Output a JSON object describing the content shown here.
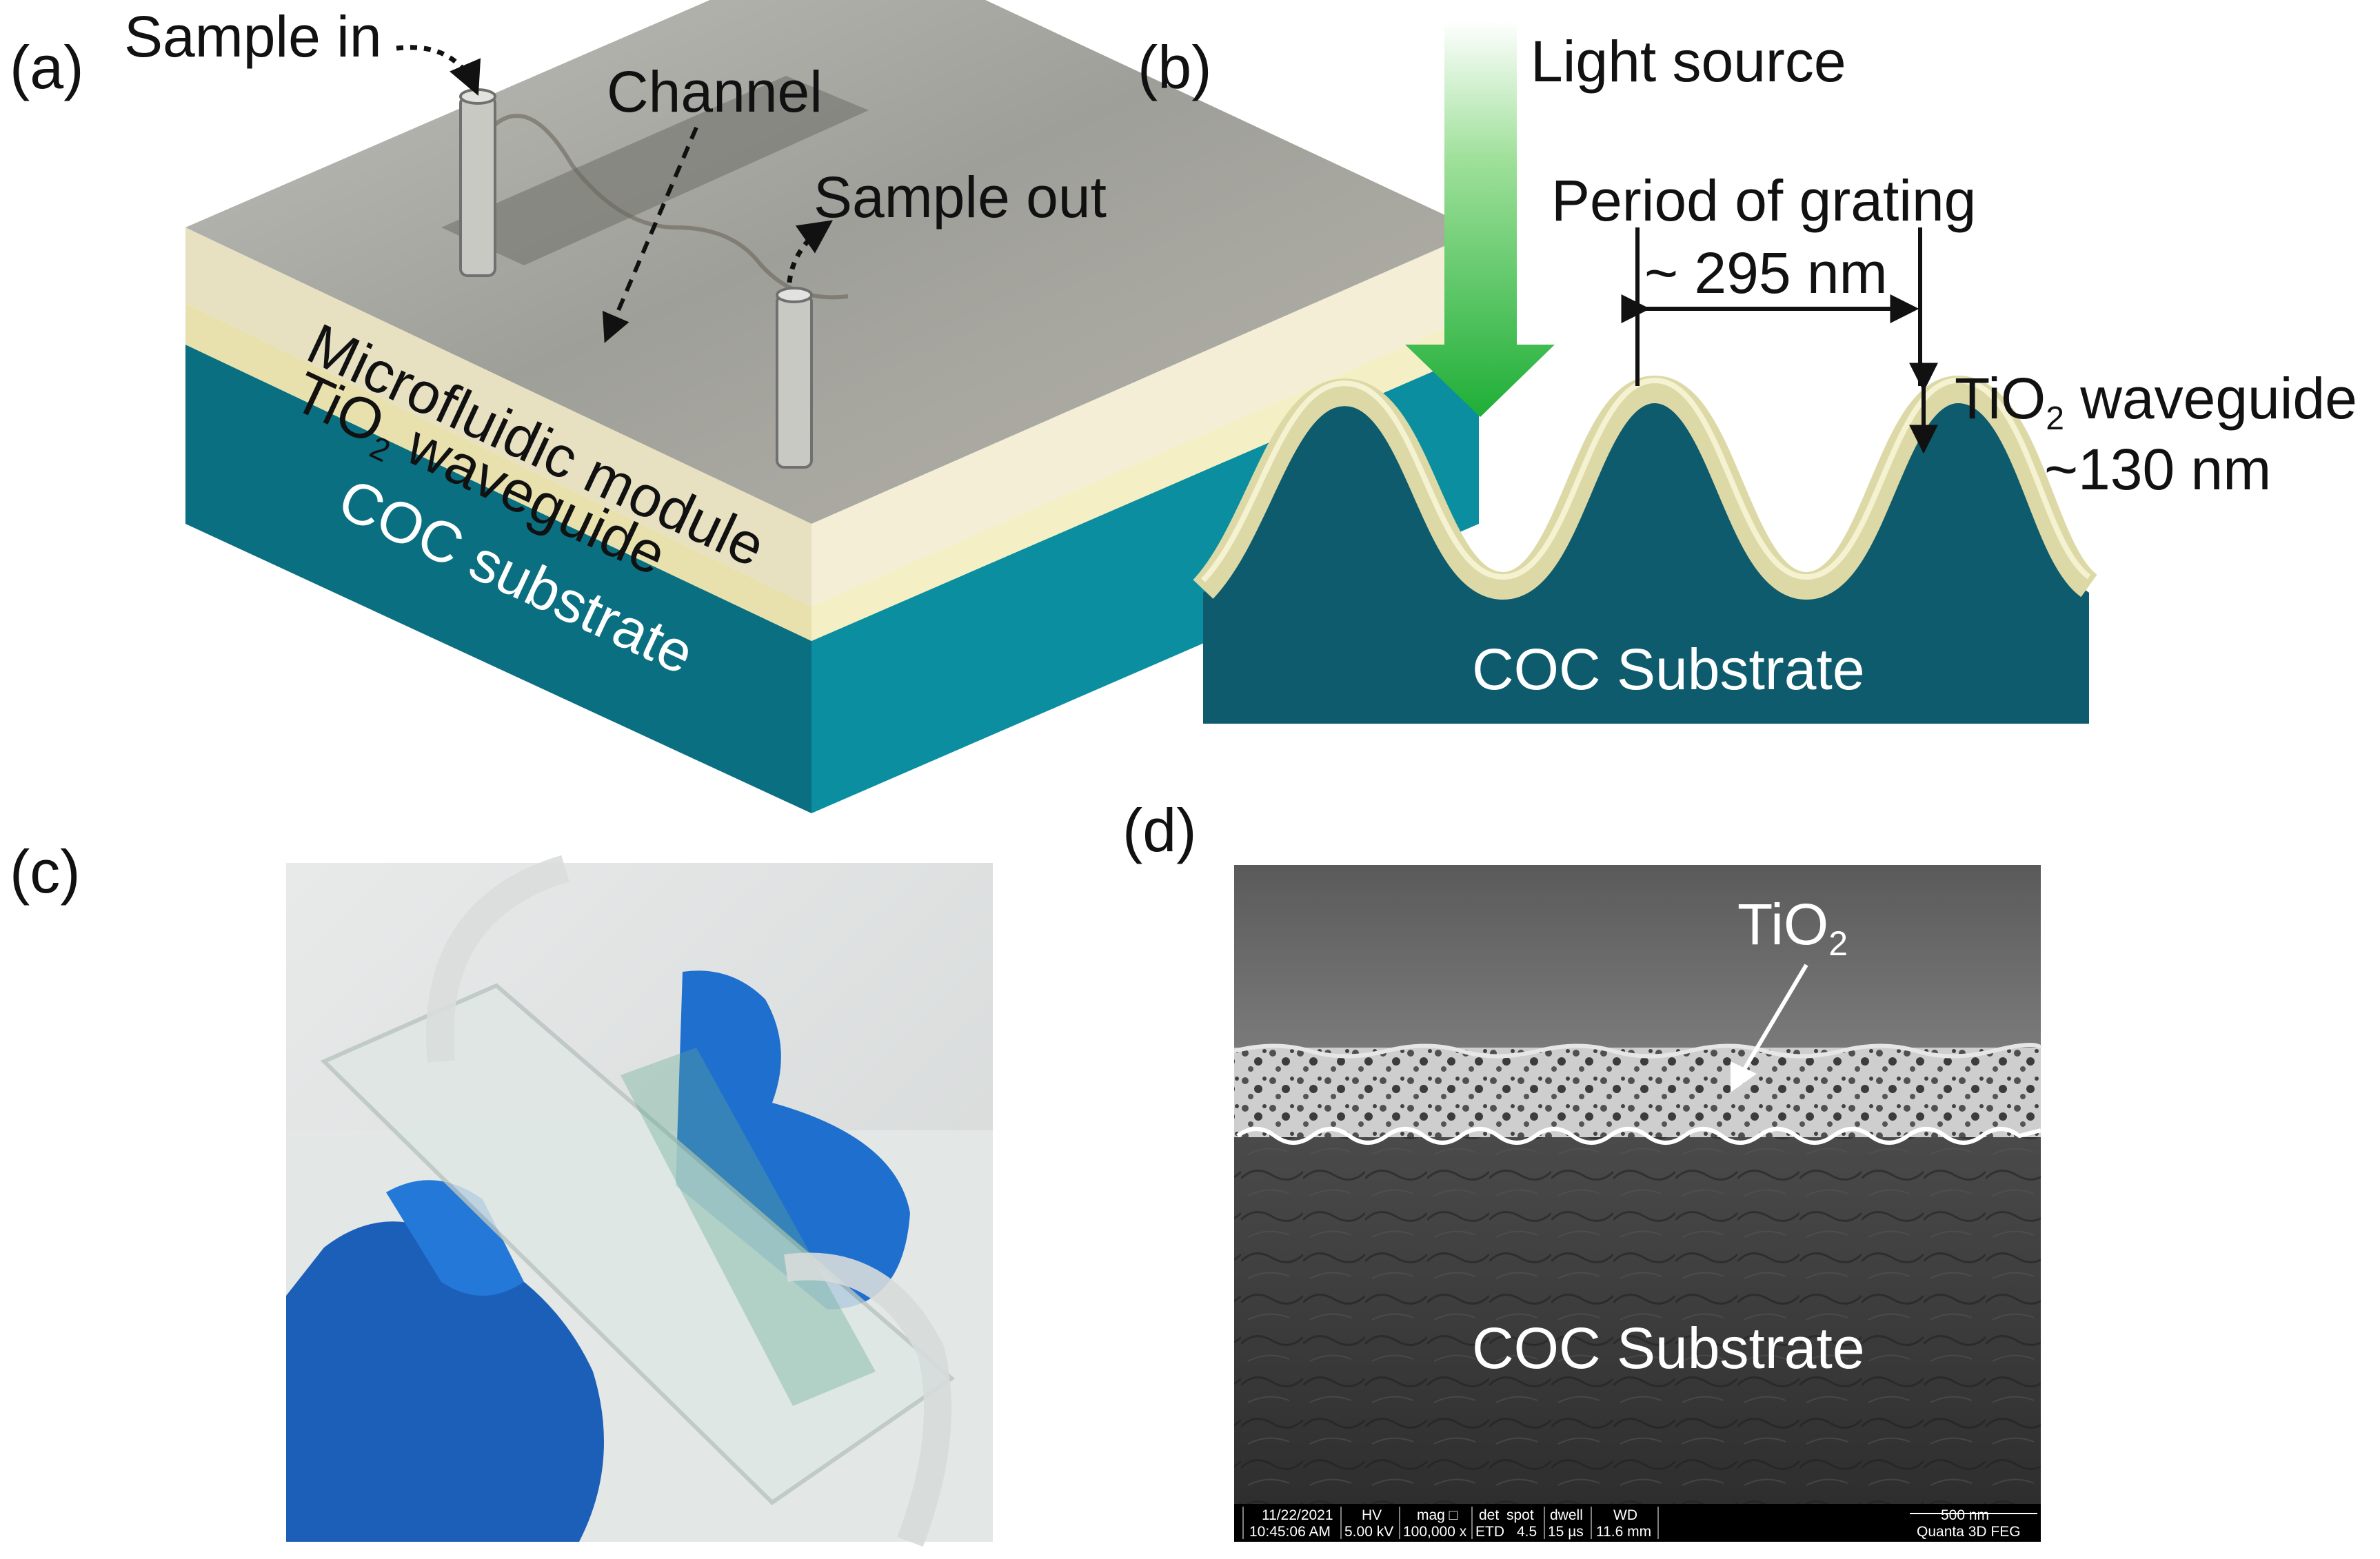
{
  "panels": {
    "a": {
      "label": "(a)",
      "sample_in": "Sample in",
      "channel": "Channel",
      "sample_out": "Sample out",
      "microfluidic": "Microfluidic module",
      "waveguide_main": "TiO",
      "waveguide_sub": "2",
      "waveguide_rest": " waveguide",
      "substrate": "COC substrate"
    },
    "b": {
      "label": "(b)",
      "light": "Light source",
      "period_title": "Period of grating",
      "period_value": "~ 295 nm",
      "waveguide_main": "TiO",
      "waveguide_sub": "2",
      "waveguide_rest": " waveguide",
      "thickness": "~130 nm",
      "substrate": "COC Substrate"
    },
    "c": {
      "label": "(c)"
    },
    "d": {
      "label": "(d)",
      "tio2_main": "TiO",
      "tio2_sub": "2",
      "substrate": "COC Substrate",
      "databar": {
        "date": "11/22/2021",
        "time": "10:45:06 AM",
        "hv_label": "HV",
        "hv": "5.00 kV",
        "mag_label": "mag □",
        "mag": "100,000 x",
        "det_label": "det",
        "det": "ETD",
        "spot_label": "spot",
        "spot": "4.5",
        "dwell_label": "dwell",
        "dwell": "15 µs",
        "wd_label": "WD",
        "wd": "11.6 mm",
        "scale": "500 nm",
        "instrument": "Quanta 3D FEG"
      }
    }
  },
  "colors": {
    "substrate": "#0a6f80",
    "substrate_front": "#0a8ea0",
    "waveguide": "#f0ebc0",
    "module": "#9a9a92",
    "arrow_green": "#22b33b",
    "grating_substrate": "#0d5b6c",
    "grating_coating": "#ddd9a6",
    "glove": "#1f6fcf"
  }
}
